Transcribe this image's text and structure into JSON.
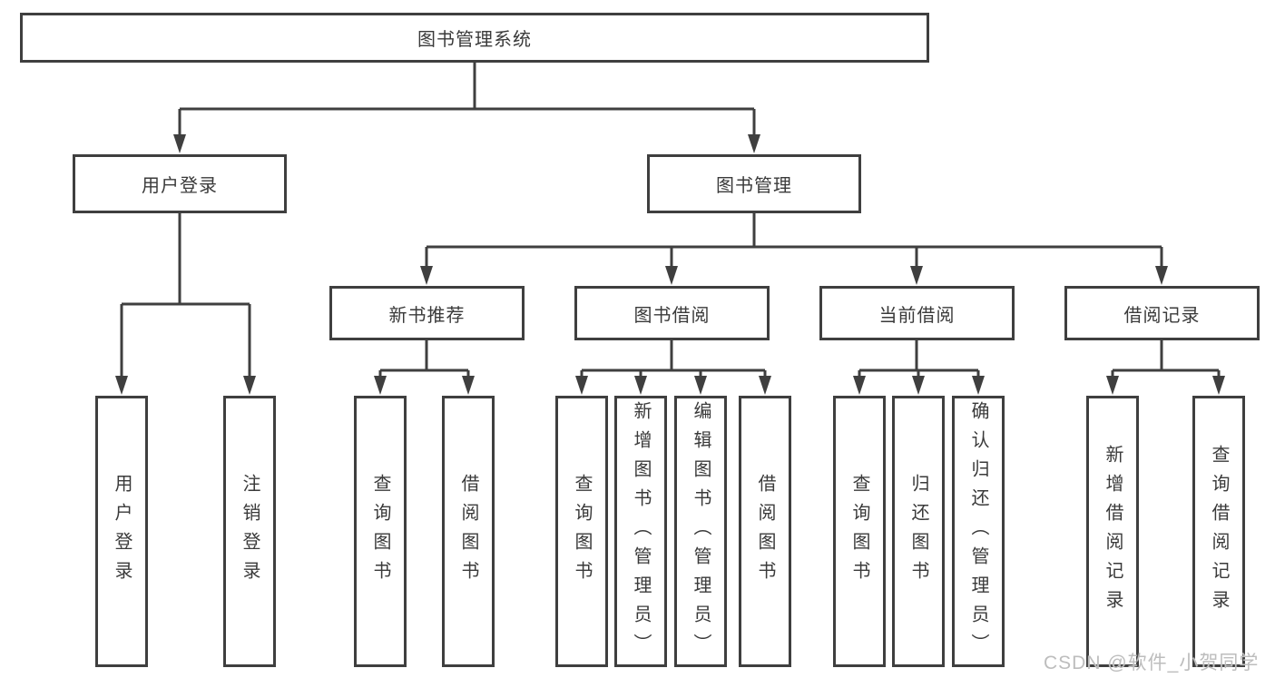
{
  "colors": {
    "background": "#ffffff",
    "box_border": "#3f3f3f",
    "line": "#3f3f3f",
    "text": "#3a3a3a",
    "watermark": "#bdbdbd"
  },
  "diagram": {
    "type": "hierarchy",
    "root": {
      "label": "图书管理系统"
    },
    "level2": [
      {
        "label": "用户登录"
      },
      {
        "label": "图书管理"
      }
    ],
    "level3": [
      {
        "label": "新书推荐",
        "parent": "图书管理"
      },
      {
        "label": "图书借阅",
        "parent": "图书管理"
      },
      {
        "label": "当前借阅",
        "parent": "图书管理"
      },
      {
        "label": "借阅记录",
        "parent": "图书管理"
      }
    ],
    "leaves": [
      {
        "label": "用户登录",
        "parent": "用户登录"
      },
      {
        "label": "注销登录",
        "parent": "用户登录"
      },
      {
        "label": "查询图书",
        "parent": "新书推荐"
      },
      {
        "label": "借阅图书",
        "parent": "新书推荐"
      },
      {
        "label": "查询图书",
        "parent": "图书借阅"
      },
      {
        "label": "新增图书（管理员）",
        "parent": "图书借阅"
      },
      {
        "label": "编辑图书（管理员）",
        "parent": "图书借阅"
      },
      {
        "label": "借阅图书",
        "parent": "图书借阅"
      },
      {
        "label": "查询图书",
        "parent": "当前借阅"
      },
      {
        "label": "归还图书",
        "parent": "当前借阅"
      },
      {
        "label": "确认归还（管理员）",
        "parent": "当前借阅"
      },
      {
        "label": "新增借阅记录",
        "parent": "借阅记录"
      },
      {
        "label": "查询借阅记录",
        "parent": "借阅记录"
      }
    ]
  },
  "watermark": {
    "text": "CSDN @软件_小贺同学"
  }
}
